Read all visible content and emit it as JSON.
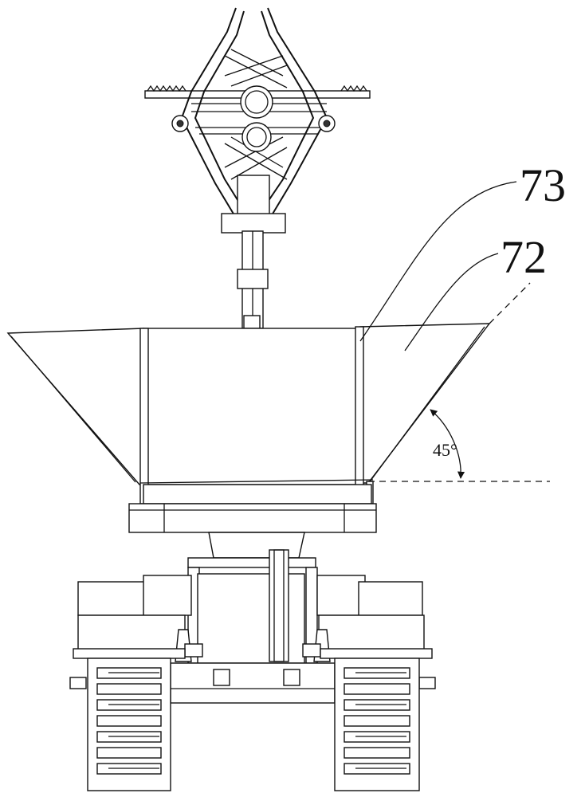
{
  "labels": {
    "part_73": "73",
    "part_72": "72",
    "angle": "45°"
  }
}
